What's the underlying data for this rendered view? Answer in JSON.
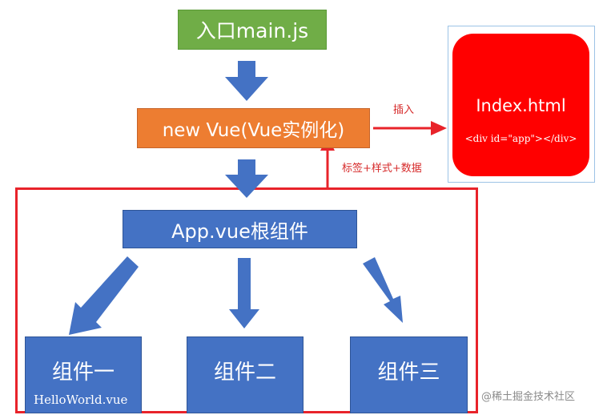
{
  "entry": {
    "label": "入口main.js"
  },
  "vue_instance": {
    "label": "new Vue(Vue实例化)"
  },
  "index": {
    "title": "Index.html",
    "code": "<div id=\"app\"></div>"
  },
  "edges": {
    "insert": "插入",
    "payload": "标签+样式+数据"
  },
  "root_component": {
    "label": "App.vue根组件"
  },
  "children": [
    {
      "label": "组件一",
      "sublabel": "HelloWorld.vue"
    },
    {
      "label": "组件二"
    },
    {
      "label": "组件三"
    }
  ],
  "watermark": "@稀土掘金技术社区",
  "colors": {
    "entry": "#70ad47",
    "vue_instance": "#ed7d31",
    "index": "#ff0000",
    "components": "#4472c4",
    "red_accent": "#e8232a"
  }
}
